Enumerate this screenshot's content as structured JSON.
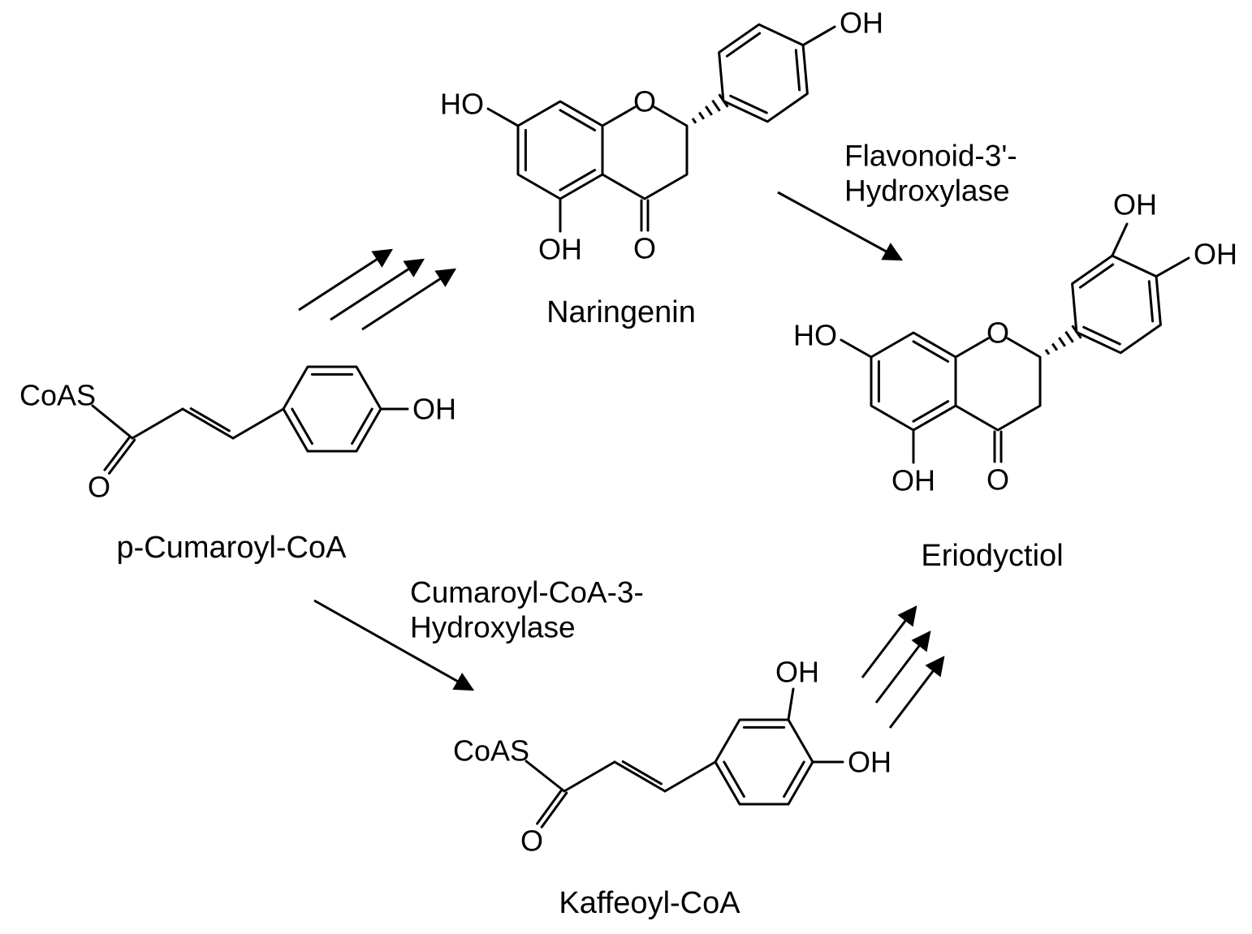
{
  "diagram": {
    "type": "biochemical-reaction-scheme",
    "background": "#ffffff",
    "ink": "#000000"
  },
  "compounds": {
    "naringenin": {
      "name": "Naringenin",
      "atom_labels": {
        "ho_7": "HO",
        "ring_o": "O",
        "oh_5": "OH",
        "keto_o": "O",
        "oh_4p": "OH"
      }
    },
    "p_cumaroyl_coa": {
      "name": "p-Cumaroyl-CoA",
      "atom_labels": {
        "coas": "CoAS",
        "keto_o": "O",
        "oh_4": "OH"
      }
    },
    "eriodyctiol": {
      "name": "Eriodyctiol",
      "atom_labels": {
        "ho_7": "HO",
        "ring_o": "O",
        "oh_5": "OH",
        "keto_o": "O",
        "oh_3p": "OH",
        "oh_4p": "OH"
      }
    },
    "kaffeoyl_coa": {
      "name": "Kaffeoyl-CoA",
      "atom_labels": {
        "coas": "CoAS",
        "keto_o": "O",
        "oh_3": "OH",
        "oh_4": "OH"
      }
    }
  },
  "enzymes": {
    "flavonoid_3_hydroxylase": {
      "line1": "Flavonoid-3'-",
      "line2": "Hydroxylase"
    },
    "cumaroyl_coa_3_hydroxylase": {
      "line1": "Cumaroyl-CoA-3-",
      "line2": "Hydroxylase"
    }
  }
}
